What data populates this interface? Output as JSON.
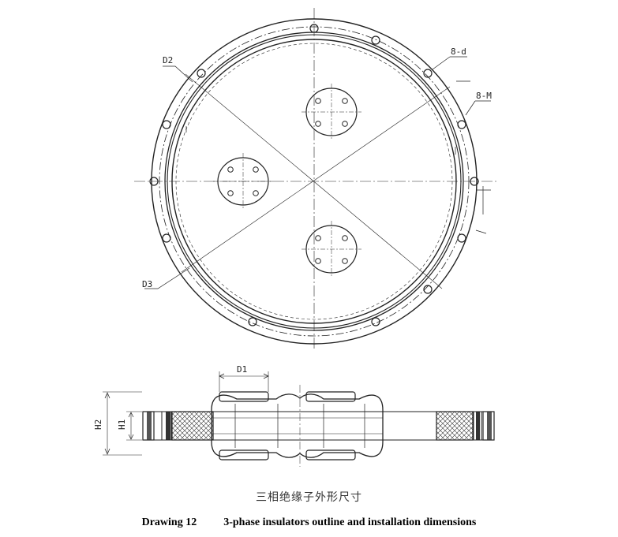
{
  "labels": {
    "d2": "D2",
    "d3": "D3",
    "bolt_holes": "8-d",
    "threads": "8-M",
    "d1": "D1",
    "h1": "H1",
    "h2": "H2"
  },
  "caption_cn": "三相绝缘子外形尺寸",
  "caption_number": "Drawing 12",
  "caption_title": "3-phase insulators outline and installation dimensions"
}
